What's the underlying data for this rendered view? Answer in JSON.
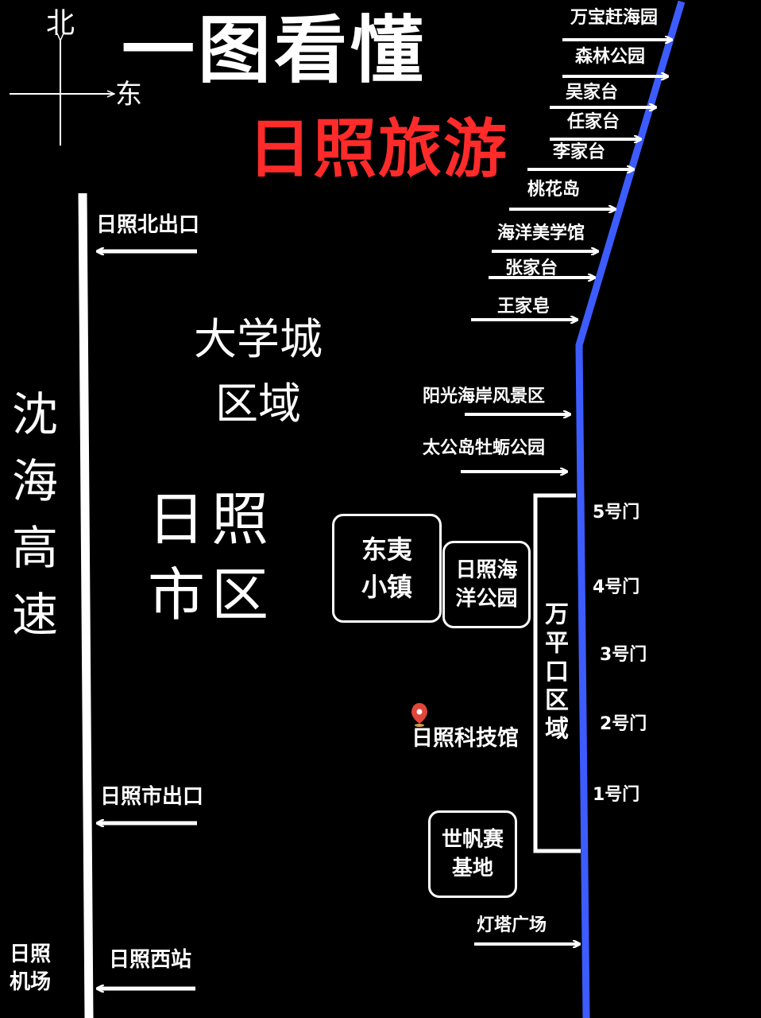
{
  "title": "一图看懂",
  "subtitle": "日照旅游",
  "compass": {
    "north": "北",
    "east": "东"
  },
  "highway": "沈海高速",
  "exits": [
    {
      "id": "north-exit",
      "label": "日照北出口"
    },
    {
      "id": "city-exit",
      "label": "日照市出口"
    },
    {
      "id": "west-station",
      "label": "日照西站"
    }
  ],
  "airport": "日照\n机场",
  "areas": {
    "university": "大学城\n区域",
    "downtown": "日照\n市区",
    "wanpingkou": "万平口区域"
  },
  "boxes": {
    "dongyi": "东夷\n小镇",
    "ocean_park": "日照海\n洋公园",
    "sailing_base": "世帆赛\n基地"
  },
  "science_museum": "日照科技馆",
  "coast_spots": [
    "万宝赶海园",
    "森林公园",
    "吴家台",
    "任家台",
    "李家台",
    "桃花岛",
    "海洋美学馆",
    "张家台",
    "王家皂",
    "阳光海岸风景区",
    "太公岛牡蛎公园",
    "灯塔广场"
  ],
  "gates": [
    "5号门",
    "4号门",
    "3号门",
    "2号门",
    "1号门"
  ],
  "colors": {
    "background": "#000000",
    "coastline": "#3d5cff",
    "subtitle": "#ff2b2b",
    "text": "#ffffff",
    "pin": "#e0463a"
  }
}
